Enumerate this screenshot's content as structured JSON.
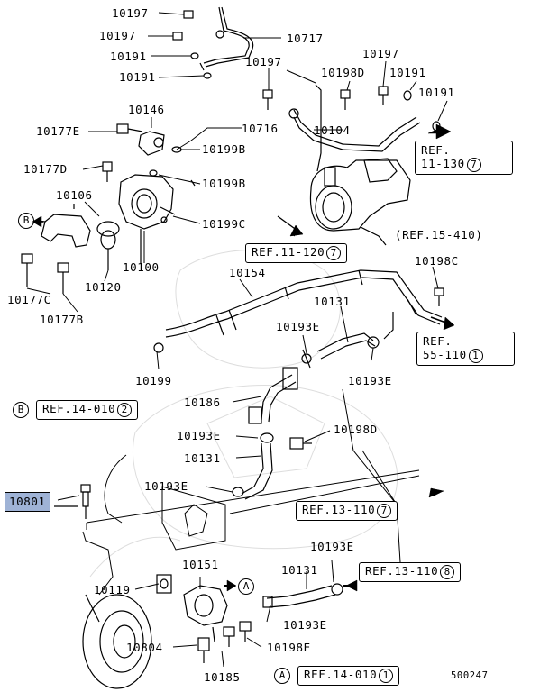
{
  "labels": {
    "p10197_a": "10197",
    "p10197_b": "10197",
    "p10191_a": "10191",
    "p10191_b": "10191",
    "p10717": "10717",
    "p10197_c": "10197",
    "p10198d": "10198D",
    "p10197_d": "10197",
    "p10191_c": "10191",
    "p10191_d": "10191",
    "p10146": "10146",
    "p10177e": "10177E",
    "p10716": "10716",
    "p10104": "10104",
    "p10199b_a": "10199B",
    "p10199b_b": "10199B",
    "p10177d": "10177D",
    "p10106": "10106",
    "p10199c": "10199C",
    "p10100": "10100",
    "p10120": "10120",
    "p10177c": "10177C",
    "p10177b": "10177B",
    "p10154": "10154",
    "p10198c": "10198C",
    "p10131_a": "10131",
    "p10193e_a": "10193E",
    "p10193e_b": "10193E",
    "p10199": "10199",
    "p10186": "10186",
    "p10193e_c": "10193E",
    "p10198d_b": "10198D",
    "p10131_b": "10131",
    "p10193e_d": "10193E",
    "p10801": "10801",
    "p10151": "10151",
    "p10193e_e": "10193E",
    "p10131_c": "10131",
    "p10119": "10119",
    "p10193e_f": "10193E",
    "p10804": "10804",
    "p10198e": "10198E",
    "p10185": "10185",
    "diagram_no": "500247"
  },
  "refs": {
    "r11_130_a": "REF.",
    "r11_130_b": "11-130",
    "r11_130_n": "7",
    "r15_410": "(REF.15-410)",
    "r11_120": "REF.11-120",
    "r11_120_n": "7",
    "r55_110_a": "REF.",
    "r55_110_b": "55-110",
    "r55_110_n": "1",
    "r14_010_b": "REF.14-010",
    "r14_010_b_n": "2",
    "r13_110_7": "REF.13-110",
    "r13_110_7_n": "7",
    "r13_110_8": "REF.13-110",
    "r13_110_8_n": "8",
    "r14_010_a": "REF.14-010",
    "r14_010_a_n": "1"
  },
  "markers": {
    "A": "A",
    "B": "B"
  }
}
